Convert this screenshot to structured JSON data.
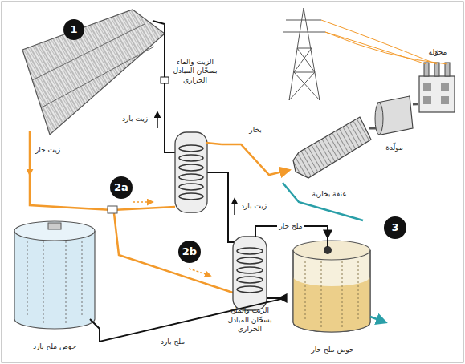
{
  "diagram": {
    "nodes": [
      {
        "text": [
          "1"
        ]
      },
      {
        "text": [
          "الزيت والماء بسخّان المبادل الحراري"
        ]
      },
      {
        "text": [
          "2a"
        ]
      },
      {
        "text": [
          "الزيت والملح بسخّان المبادل الحراري"
        ]
      },
      {
        "text": [
          "2b"
        ]
      },
      {
        "text": [
          "عنفة بخارية"
        ]
      },
      {
        "text": [
          "مولّدة"
        ]
      },
      {
        "text": [
          "محوّلة"
        ]
      },
      {
        "text": [
          "3"
        ]
      },
      {
        "text": [
          "حوض ملح بارد"
        ]
      },
      {
        "text": [
          "حوض ملح حار"
        ]
      }
    ],
    "edges": [
      {
        "from": 1,
        "to": 5,
        "label": "بخار",
        "arrow": "to"
      },
      {
        "from": 9,
        "to": 3,
        "label": "ملح بارد",
        "arrow": "to"
      },
      {
        "from": 3,
        "to": 10,
        "label": "ملح حار",
        "arrow": "to"
      },
      {
        "from": 5,
        "to": 6,
        "arrow": "none"
      },
      {
        "from": 6,
        "to": 7,
        "arrow": "none"
      }
    ],
    "labels": [
      "زيت حار",
      "زيت بارد",
      "زيت بارد"
    ]
  }
}
